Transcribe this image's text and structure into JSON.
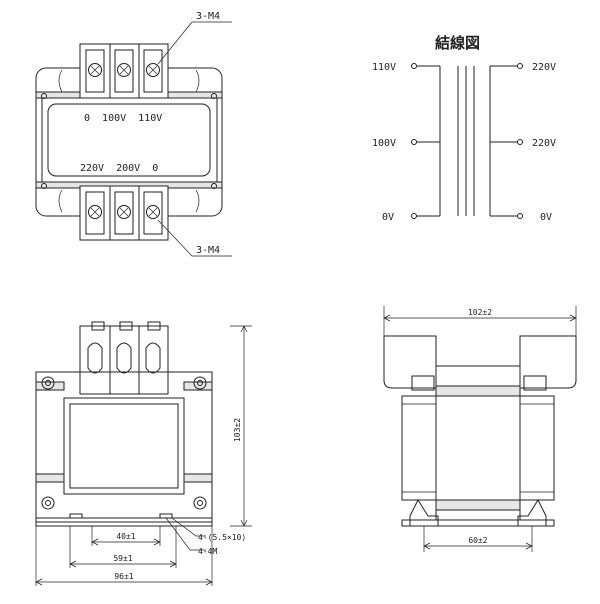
{
  "top_view": {
    "terminal_callout_top": "3-M4",
    "terminal_callout_bottom": "3-M4",
    "label_top": "0  100V  110V",
    "label_bottom": "220V  200V  0"
  },
  "wiring": {
    "title": "結線図",
    "left_top": "110V",
    "left_mid": "100V",
    "left_bot": "0V",
    "right_top": "220V",
    "right_mid": "220V",
    "right_bot": "0V"
  },
  "front_view": {
    "height_dim": "103±2",
    "dim_40": "40±1",
    "dim_59": "59±1",
    "dim_96": "96±1",
    "slot_note": "4-(5.5×10)",
    "screw_note": "4-4M"
  },
  "side_view": {
    "width_dim": "102±2",
    "base_dim": "60±2"
  }
}
